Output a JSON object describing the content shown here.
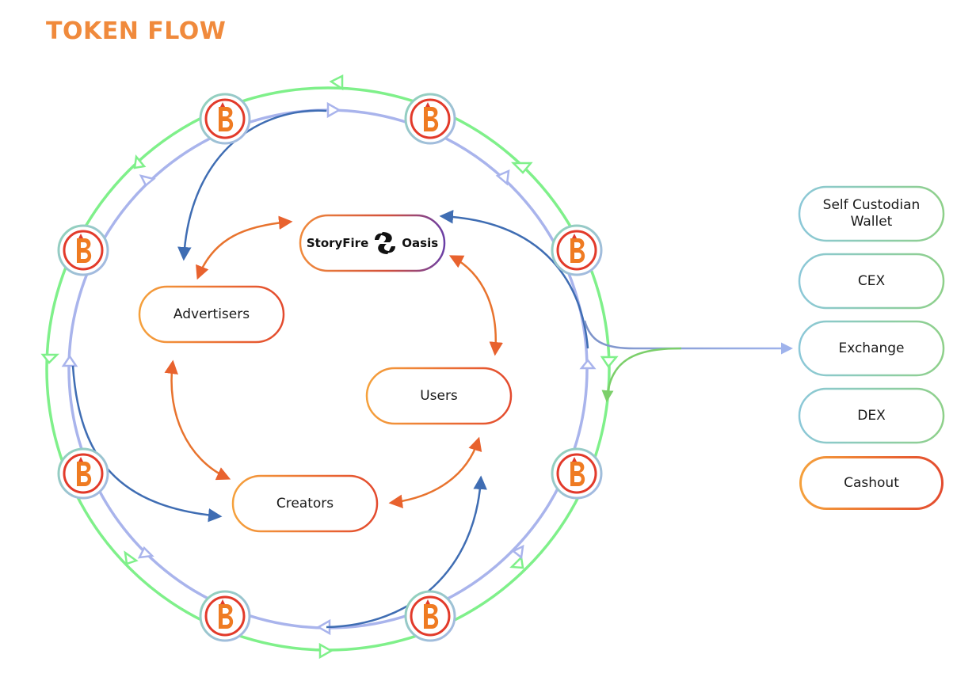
{
  "title": "TOKEN FLOW",
  "center": {
    "brand_left": "StoryFire",
    "brand_right": "Oasis",
    "logo_icon": "storyfire-swirl-icon"
  },
  "nodes": {
    "advertisers": "Advertisers",
    "users": "Users",
    "creators": "Creators"
  },
  "token_icon": "b-token-coin-icon",
  "destinations": [
    {
      "label": "Self Custodian\nWallet"
    },
    {
      "label": "CEX"
    },
    {
      "label": "Exchange"
    },
    {
      "label": "DEX"
    },
    {
      "label": "Cashout"
    }
  ],
  "colors": {
    "title": "#f08a3c",
    "outer_ring": "#7ff08a",
    "inner_ring": "#a9b4ec",
    "blue_arrow": "#3f6db3",
    "orange_arrow": "#e8732e",
    "pill_gradient_start": "#f5a13c",
    "pill_gradient_end": "#e34a2e",
    "dest_gradient_start": "#8cc8d8",
    "dest_gradient_end": "#8ed08a",
    "coin_ring": "#e23a2a",
    "coin_b": "#ef7b22"
  }
}
